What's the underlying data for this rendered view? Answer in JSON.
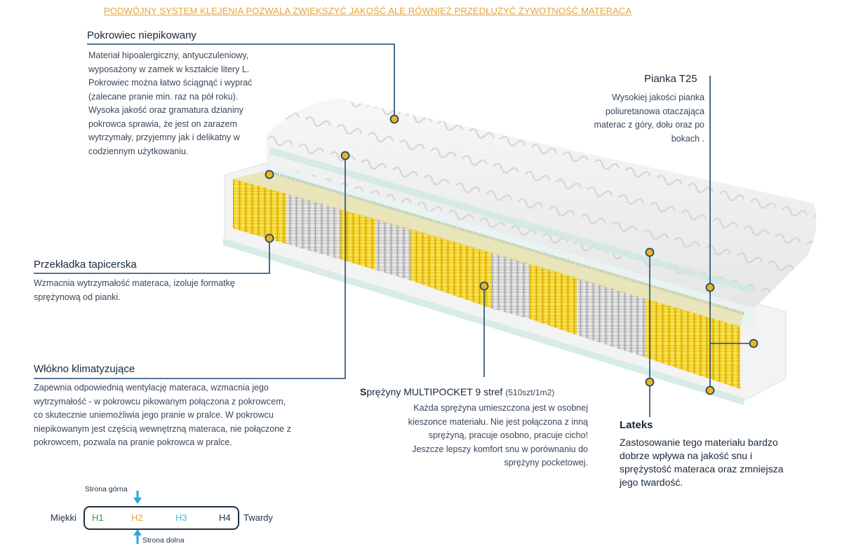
{
  "banner": "PODWÓJNY SYSTEM KLEJENIA POZWALA ZWIĘKSZYĆ JAKOŚĆ ALE RÓWNIEŻ PRZEDŁUŻYĆ ŻYWOTNOŚĆ MATERACA",
  "sections": {
    "pokrowiec": {
      "title": "Pokrowiec  niepikowany",
      "lines": [
        "Materiał hipoalergiczny, antyuczuleniowy,",
        "wyposażony w zamek w kształcie litery L.",
        "Pokrowiec można łatwo ściągnąć i wyprać",
        "(zalecane pranie min.  raz na pół roku).",
        "Wysoka jakość oraz gramatura dzianiny",
        "pokrowca sprawia, że jest on zarazem",
        "wytrzymały, przyjemny jak i delikatny w",
        "codziennym użytkowaniu."
      ]
    },
    "pianka": {
      "title": "Pianka T25",
      "lines": [
        "Wysokiej jakości pianka",
        "poliuretanowa otaczająca",
        "materac z góry, dołu oraz po",
        "bokach ."
      ]
    },
    "przekladka": {
      "title": "Przekładka tapicerska",
      "lines": [
        "Wzmacnia wytrzymałość materaca, izoluje formatkę",
        "sprężynową od pianki."
      ]
    },
    "wlokno": {
      "title": "Włókno klimatyzujące",
      "lines": [
        "Zapewnia odpowiednią wentylację materaca, wzmacnia jego",
        "wytrzymałość - w pokrowcu pikowanym połączona z pokrowcem,",
        "co skutecznie uniemożliwia jego pranie w pralce. W pokrowcu",
        "niepikowanym jest częścią wewnętrzną materaca, nie połączone z",
        "pokrowcem, pozwala na pranie pokrowca w pralce."
      ]
    },
    "sprezyny": {
      "title_first": "S",
      "title_rest": "prężyny MULTIPOCKET 9 stref",
      "title_note": "(510szt/1m2)",
      "lines": [
        "Każda sprężyna umieszczona jest w osobnej",
        "kieszonce materiału. Nie jest połączona z inną",
        "sprężyną, pracuje osobno, pracuje cicho!",
        "Jeszcze lepszy komfort snu w porównaniu do",
        "sprężyny pocketowej."
      ]
    },
    "lateks": {
      "title": "Lateks",
      "lines": [
        "Zastosowanie tego materiału bardzo",
        "dobrze wpływa na jakość snu i",
        "sprężystość materaca oraz zmniejsza",
        "jego twardość."
      ]
    }
  },
  "hardness_scale": {
    "top_label": "Strona górna",
    "bottom_label": "Strona dolna",
    "left_label": "Miękki",
    "right_label": "Twardy",
    "levels": [
      {
        "label": "H1",
        "color": "#3a9a3a"
      },
      {
        "label": "H2",
        "color": "#e8a33a"
      },
      {
        "label": "H3",
        "color": "#4bc0d9"
      },
      {
        "label": "H4",
        "color": "#1d3145"
      }
    ],
    "arrow_color": "#2aa6d8"
  },
  "colors": {
    "leader_line": "#1d4a6e",
    "marker_fill": "#f2b21a",
    "banner": "#e8a33a"
  }
}
